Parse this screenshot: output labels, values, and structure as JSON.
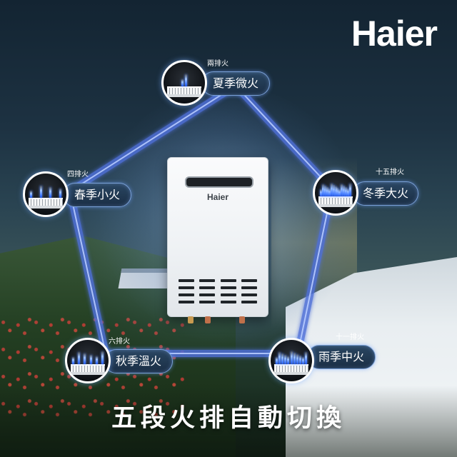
{
  "brand": {
    "logo_text": "Haier",
    "heater_brand": "Haier"
  },
  "title": "五段火排自動切換",
  "modes": [
    {
      "id": "summer",
      "season": "夏季微火",
      "burners": "兩排火",
      "flame_rows": 2
    },
    {
      "id": "winter",
      "season": "冬季大火",
      "burners": "十五排火",
      "flame_rows": 15
    },
    {
      "id": "rain",
      "season": "雨季中火",
      "burners": "十一排火",
      "flame_rows": 11
    },
    {
      "id": "autumn",
      "season": "秋季溫火",
      "burners": "六排火",
      "flame_rows": 6
    },
    {
      "id": "spring",
      "season": "春季小火",
      "burners": "四排火",
      "flame_rows": 4
    }
  ],
  "colors": {
    "accent_blue": "#5b8cff",
    "pill_bg": "#1f3650",
    "outline": "#ffffff"
  },
  "icons": {
    "flame_node": "burner-flame-icon"
  }
}
